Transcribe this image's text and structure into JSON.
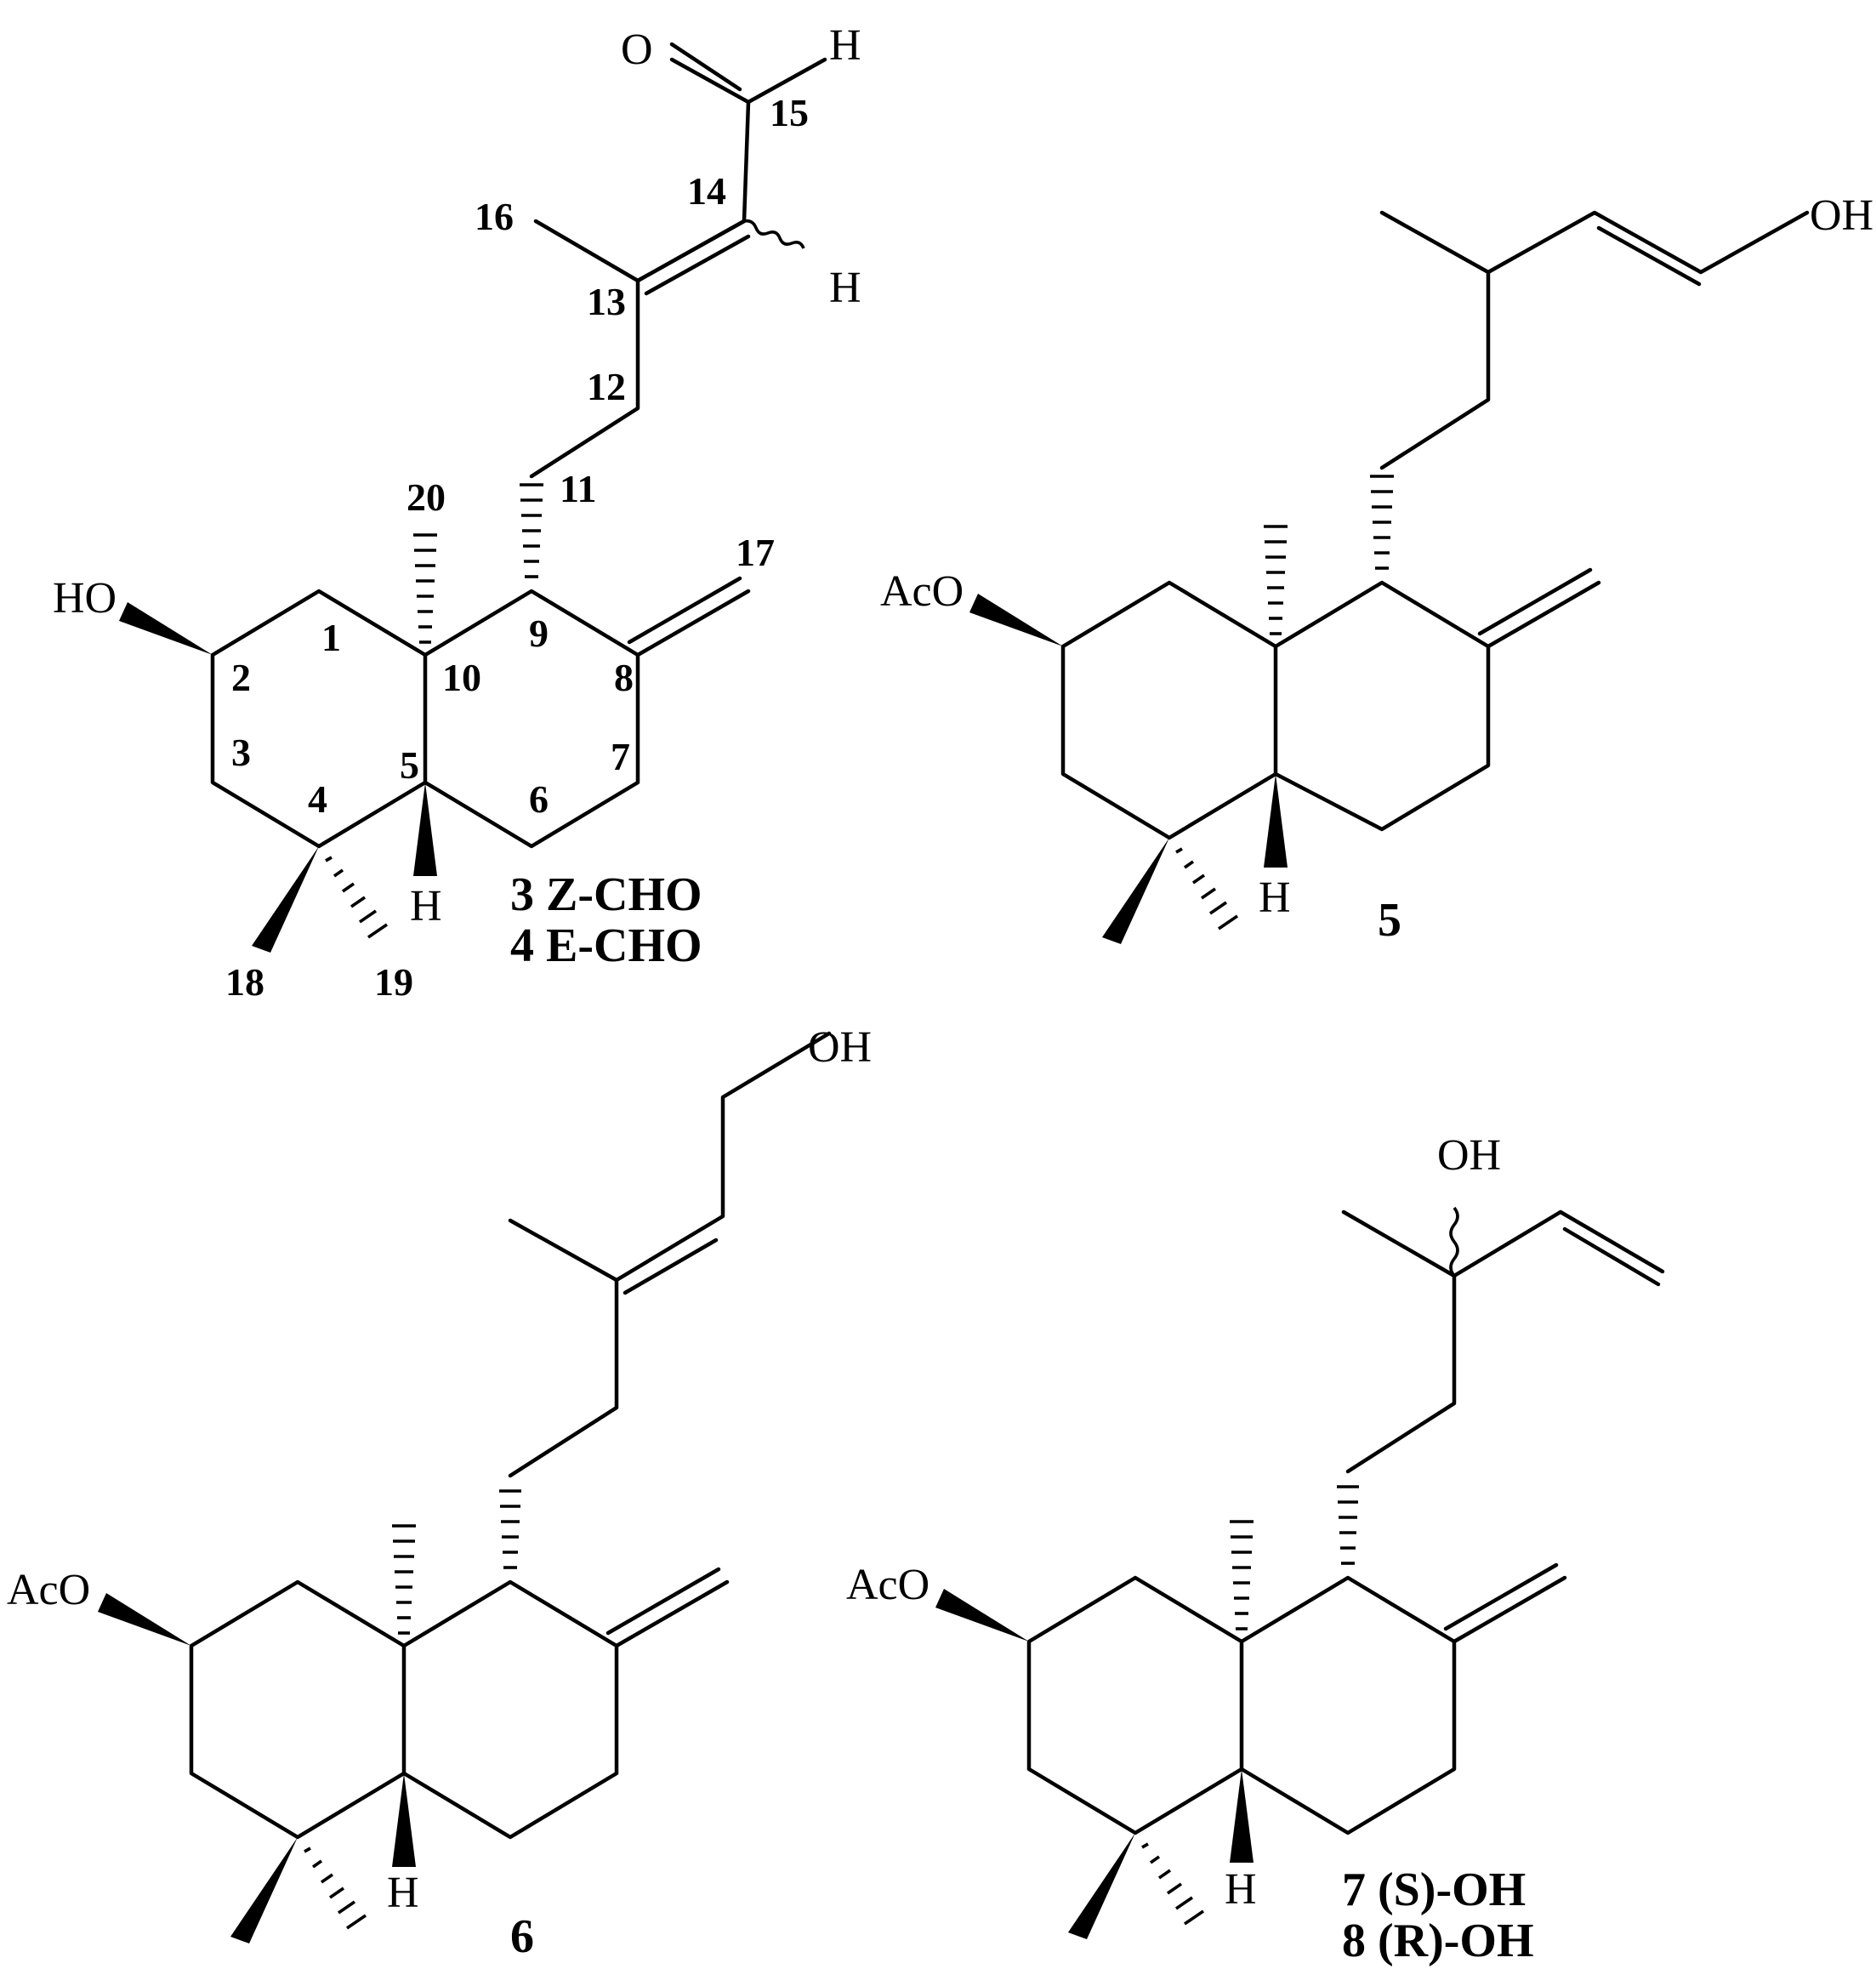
{
  "structures": [
    {
      "id": "3-4",
      "compound_label_lines": [
        "3 Z-CHO",
        "4 E-CHO"
      ],
      "substituent": "HO",
      "aldehyde_O": "O",
      "aldehyde_H": "H",
      "vinyl_H": "H",
      "ring_H": "H",
      "locants": [
        "1",
        "2",
        "3",
        "4",
        "5",
        "6",
        "7",
        "8",
        "9",
        "10",
        "11",
        "12",
        "13",
        "14",
        "15",
        "16",
        "17",
        "18",
        "19",
        "20"
      ]
    },
    {
      "id": "5",
      "compound_label_lines": [
        "5"
      ],
      "substituent": "AcO",
      "terminal": "OH",
      "ring_H": "H"
    },
    {
      "id": "6",
      "compound_label_lines": [
        "6"
      ],
      "substituent": "AcO",
      "terminal": "OH",
      "ring_H": "H"
    },
    {
      "id": "7-8",
      "compound_label_lines": [
        "7 (S)-OH",
        "8 (R)-OH"
      ],
      "substituent": "AcO",
      "terminal": "OH",
      "ring_H": "H"
    }
  ]
}
